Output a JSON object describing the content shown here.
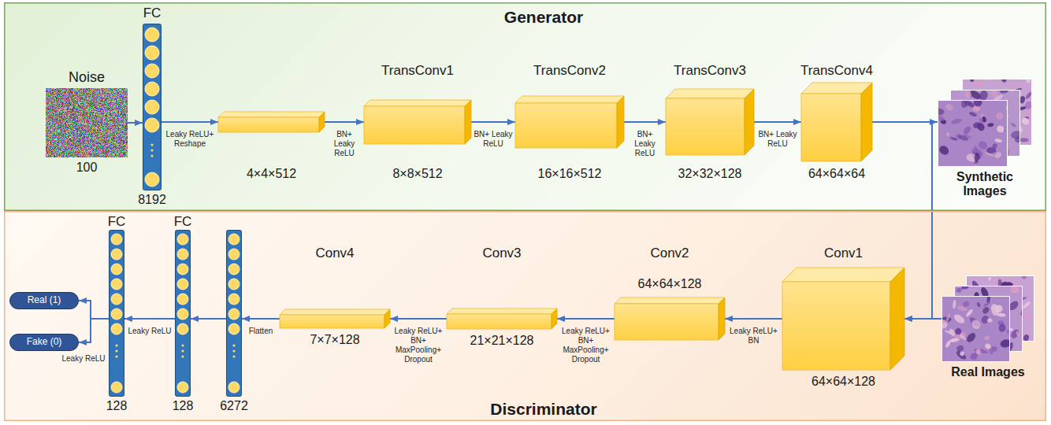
{
  "diagram": {
    "nodes": [
      {
        "text": [
          "Generator"
        ]
      },
      {
        "text": [
          "Noise",
          "100"
        ],
        "in": 0
      },
      {
        "text": [
          "FC",
          "8192"
        ],
        "in": 0
      },
      {
        "text": [
          "4×4×512"
        ],
        "in": 0
      },
      {
        "text": [
          "TransConv1",
          "8×8×512"
        ],
        "in": 0
      },
      {
        "text": [
          "TransConv2",
          "16×16×512"
        ],
        "in": 0
      },
      {
        "text": [
          "TransConv3",
          "32×32×128"
        ],
        "in": 0
      },
      {
        "text": [
          "TransConv4",
          "64×64×64"
        ],
        "in": 0
      },
      {
        "text": [
          "Synthetic Images"
        ],
        "in": 0
      },
      {
        "text": [
          "Discriminator"
        ]
      },
      {
        "text": [
          "Real (1)"
        ],
        "in": 9
      },
      {
        "text": [
          "Fake (0)"
        ],
        "in": 9
      },
      {
        "text": [
          "FC",
          "128"
        ],
        "in": 9
      },
      {
        "text": [
          "FC",
          "128"
        ],
        "in": 9
      },
      {
        "text": [
          "6272"
        ],
        "in": 9
      },
      {
        "text": [
          "Conv4",
          "7×7×128"
        ],
        "in": 9
      },
      {
        "text": [
          "Conv3",
          "21×21×128"
        ],
        "in": 9
      },
      {
        "text": [
          "Conv2",
          "64×64×128"
        ],
        "in": 9
      },
      {
        "text": [
          "Conv1",
          "64×64×128"
        ],
        "in": 9
      },
      {
        "text": [
          "Real Images"
        ],
        "in": 9
      }
    ],
    "edges": [
      {
        "from": 1,
        "to": 2,
        "arrow": "to"
      },
      {
        "from": 2,
        "to": 3,
        "label": "Leaky ReLU+ Reshape",
        "arrow": "to"
      },
      {
        "from": 3,
        "to": 4,
        "label": "BN+ Leaky ReLU",
        "arrow": "to"
      },
      {
        "from": 4,
        "to": 5,
        "label": "BN+ Leaky ReLU",
        "arrow": "to"
      },
      {
        "from": 5,
        "to": 6,
        "label": "BN+ Leaky ReLU",
        "arrow": "to"
      },
      {
        "from": 6,
        "to": 7,
        "label": "BN+ Leaky ReLU",
        "arrow": "to"
      },
      {
        "from": 7,
        "to": 8,
        "arrow": "to"
      },
      {
        "from": 7,
        "to": 18,
        "arrow": "to"
      },
      {
        "from": 19,
        "to": 18,
        "arrow": "to"
      },
      {
        "from": 18,
        "to": 17,
        "label": "Leaky ReLU+ BN",
        "arrow": "to"
      },
      {
        "from": 17,
        "to": 16,
        "label": "Leaky ReLU+ BN+ MaxPooling+ Dropout",
        "arrow": "to"
      },
      {
        "from": 16,
        "to": 15,
        "label": "Leaky ReLU+ BN+ MaxPooling+ Dropout",
        "arrow": "to"
      },
      {
        "from": 15,
        "to": 14,
        "label": "Flatten",
        "arrow": "to"
      },
      {
        "from": 14,
        "to": 13,
        "arrow": "to"
      },
      {
        "from": 13,
        "to": 12,
        "label": "Leaky ReLU",
        "arrow": "to"
      },
      {
        "from": 12,
        "to": 10,
        "arrow": "to"
      },
      {
        "from": 12,
        "to": 11,
        "label": "Leaky ReLU",
        "arrow": "to"
      }
    ]
  }
}
